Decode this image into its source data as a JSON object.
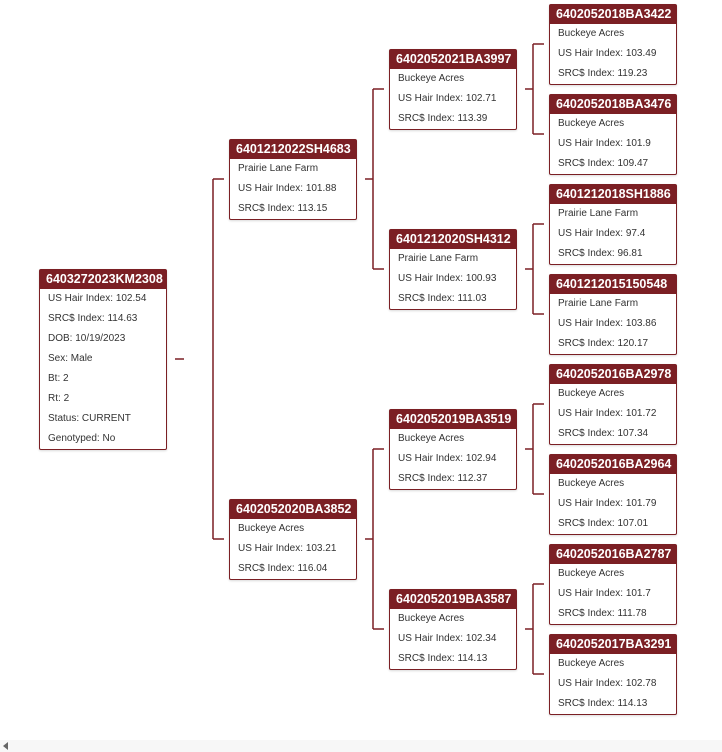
{
  "colors": {
    "accent": "#7b1f24",
    "line": "#7b1f24"
  },
  "subject": {
    "id": "6403272023KM2308",
    "rows": [
      {
        "label": "US Hair Index:",
        "value": "102.54"
      },
      {
        "label": "SRC$ Index:",
        "value": "114.63"
      },
      {
        "label": "DOB:",
        "value": "10/19/2023"
      },
      {
        "label": "Sex:",
        "value": "Male"
      },
      {
        "label": "Bt:",
        "value": "2"
      },
      {
        "label": "Rt:",
        "value": "2"
      },
      {
        "label": "Status:",
        "value": "CURRENT"
      },
      {
        "label": "Genotyped:",
        "value": "No"
      }
    ]
  },
  "sire": {
    "id": "6401212022SH4683",
    "farm": "Prairie Lane Farm",
    "us_hair": "101.88",
    "src": "113.15"
  },
  "dam": {
    "id": "6402052020BA3852",
    "farm": "Buckeye Acres",
    "us_hair": "103.21",
    "src": "116.04"
  },
  "grandparents": [
    {
      "id": "6402052021BA3997",
      "farm": "Buckeye Acres",
      "us_hair": "102.71",
      "src": "113.39"
    },
    {
      "id": "6401212020SH4312",
      "farm": "Prairie Lane Farm",
      "us_hair": "100.93",
      "src": "111.03"
    },
    {
      "id": "6402052019BA3519",
      "farm": "Buckeye Acres",
      "us_hair": "102.94",
      "src": "112.37"
    },
    {
      "id": "6402052019BA3587",
      "farm": "Buckeye Acres",
      "us_hair": "102.34",
      "src": "114.13"
    }
  ],
  "great_grandparents": [
    {
      "id": "6402052018BA3422",
      "farm": "Buckeye Acres",
      "us_hair": "103.49",
      "src": "119.23"
    },
    {
      "id": "6402052018BA3476",
      "farm": "Buckeye Acres",
      "us_hair": "101.9",
      "src": "109.47"
    },
    {
      "id": "6401212018SH1886",
      "farm": "Prairie Lane Farm",
      "us_hair": "97.4",
      "src": "96.81"
    },
    {
      "id": "6401212015150548",
      "farm": "Prairie Lane Farm",
      "us_hair": "103.86",
      "src": "120.17"
    },
    {
      "id": "6402052016BA2978",
      "farm": "Buckeye Acres",
      "us_hair": "101.72",
      "src": "107.34"
    },
    {
      "id": "6402052016BA2964",
      "farm": "Buckeye Acres",
      "us_hair": "101.79",
      "src": "107.01"
    },
    {
      "id": "6402052016BA2787",
      "farm": "Buckeye Acres",
      "us_hair": "101.7",
      "src": "111.78"
    },
    {
      "id": "6402052017BA3291",
      "farm": "Buckeye Acres",
      "us_hair": "102.78",
      "src": "114.13"
    }
  ],
  "labels": {
    "us_hair": "US Hair Index:",
    "src": "SRC$ Index:"
  }
}
